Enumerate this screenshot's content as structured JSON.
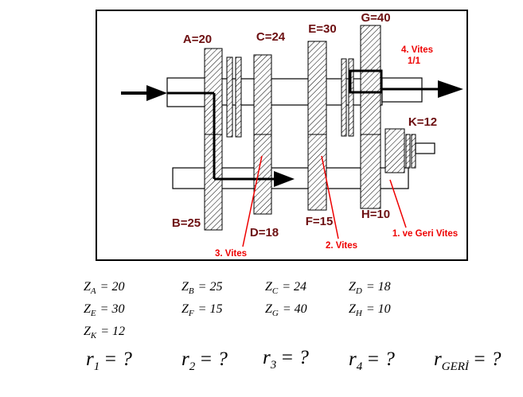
{
  "figure": {
    "gear_labels": {
      "A": "A=20",
      "B": "B=25",
      "C": "C=24",
      "D": "D=18",
      "E": "E=30",
      "F": "F=15",
      "G": "G=40",
      "H": "H=10",
      "K": "K=12"
    },
    "annotations": {
      "fourth_line1": "4. Vites",
      "fourth_line2": "1/1",
      "third": "3. Vites",
      "second": "2. Vites",
      "first_reverse": "1. ve Geri Vites"
    },
    "colors": {
      "gear_label": "#6d1012",
      "annotation": "#ee0000",
      "line": "#000000",
      "background": "#ffffff"
    }
  },
  "equations": {
    "z_symbol": "Z",
    "r_symbol": "r",
    "z_rows": [
      [
        {
          "sub": "A",
          "rhs": "= 20"
        },
        {
          "sub": "B",
          "rhs": "= 25"
        },
        {
          "sub": "C",
          "rhs": "= 24"
        },
        {
          "sub": "D",
          "rhs": "= 18"
        }
      ],
      [
        {
          "sub": "E",
          "rhs": "= 30"
        },
        {
          "sub": "F",
          "rhs": "= 15"
        },
        {
          "sub": "G",
          "rhs": "= 40"
        },
        {
          "sub": "H",
          "rhs": "= 10"
        }
      ],
      [
        {
          "sub": "K",
          "rhs": "= 12"
        }
      ]
    ],
    "ratios": [
      {
        "sub": "1",
        "rhs": "= ?"
      },
      {
        "sub": "2",
        "rhs": "= ?"
      },
      {
        "sub": "3",
        "rhs": "= ?"
      },
      {
        "sub": "4",
        "rhs": "= ?"
      },
      {
        "sub": "GERİ",
        "rhs": "= ?"
      }
    ]
  }
}
